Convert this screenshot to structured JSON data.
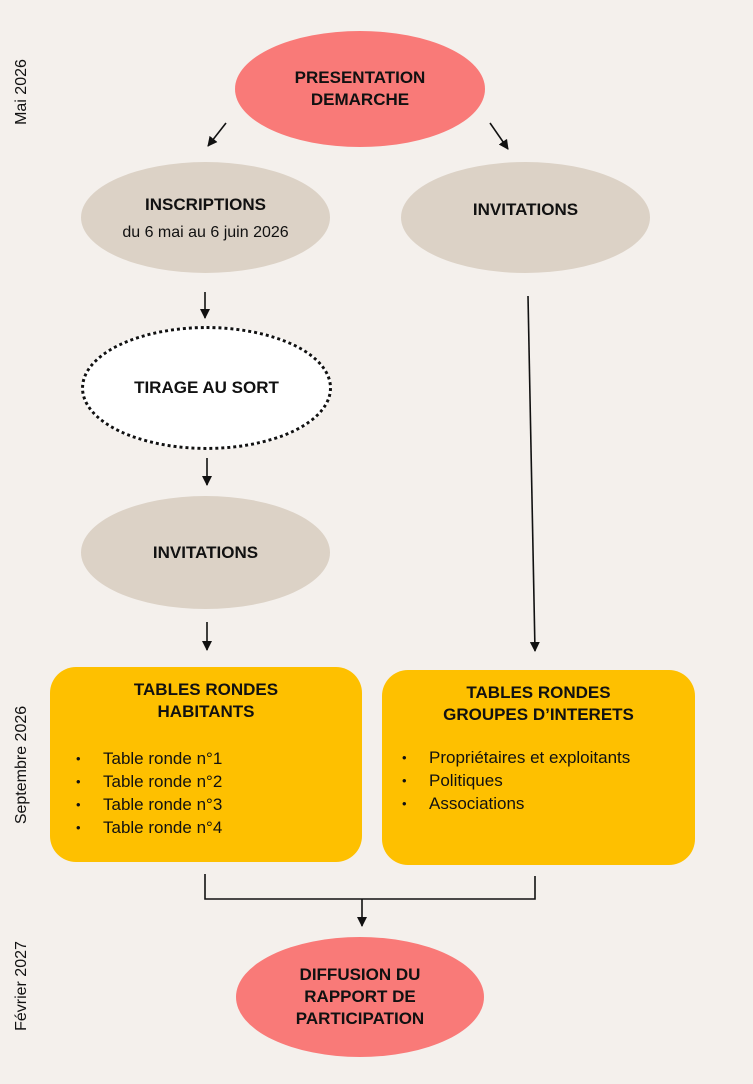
{
  "timeline": {
    "start": "Mai 2026",
    "middle": "Septembre 2026",
    "end": "Février 2027"
  },
  "nodes": {
    "presentation": {
      "line1": "PRESENTATION",
      "line2": "DEMARCHE"
    },
    "inscriptions": {
      "title": "INSCRIPTIONS",
      "subtitle": "du 6 mai au 6 juin 2026"
    },
    "invitations_right": {
      "title": "INVITATIONS"
    },
    "tirage": {
      "title": "TIRAGE AU SORT"
    },
    "invitations_left": {
      "title": "INVITATIONS"
    },
    "tables_habitants": {
      "line1": "TABLES RONDES",
      "line2": "HABITANTS",
      "items": [
        "Table ronde n°1",
        "Table ronde n°2",
        "Table ronde n°3",
        "Table ronde n°4"
      ]
    },
    "tables_groupes": {
      "line1": "TABLES RONDES",
      "line2": "GROUPES D’INTERETS",
      "items": [
        "Propriétaires et exploitants",
        "Politiques",
        "Associations"
      ]
    },
    "diffusion": {
      "line1": "DIFFUSION DU",
      "line2": "RAPPORT DE",
      "line3": "PARTICIPATION"
    }
  },
  "colors": {
    "background": "#f4f0ec",
    "pink": "#f97a78",
    "beige": "#dcd2c6",
    "yellow": "#fec000",
    "line": "#111111"
  }
}
